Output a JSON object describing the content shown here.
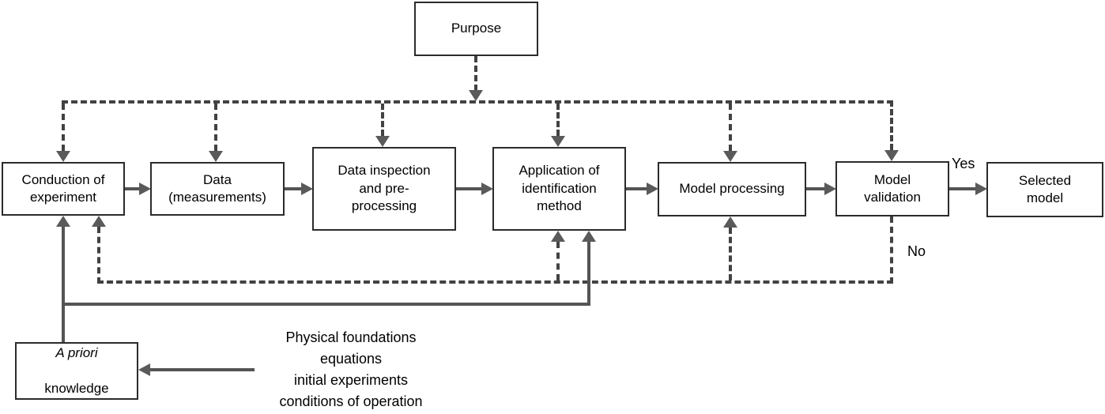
{
  "diagram": {
    "kind": "flowchart",
    "topic": "System identification procedure"
  },
  "boxes": {
    "purpose": {
      "label": "Purpose"
    },
    "conduction": {
      "label": "Conduction of\nexperiment"
    },
    "data": {
      "label": "Data\n(measurements)"
    },
    "inspection": {
      "label": "Data inspection\nand pre-\nprocessing"
    },
    "application": {
      "label": "Application of\nidentification\nmethod"
    },
    "processing": {
      "label": "Model processing"
    },
    "validation": {
      "label": "Model\nvalidation"
    },
    "selected": {
      "label": "Selected\nmodel"
    },
    "apriori": {
      "line1": "A priori",
      "line2": "knowledge"
    }
  },
  "labels": {
    "yes": "Yes",
    "no": "No"
  },
  "side_note": {
    "lines": [
      "Physical foundations",
      "equations",
      "initial experiments",
      "conditions of operation"
    ]
  },
  "colors": {
    "solid_line": "#545454",
    "dashed_line": "#424242",
    "arrowhead": "#5a5a5a",
    "box_border": "#2b2b2b",
    "text": "#000000",
    "background": "#ffffff"
  }
}
